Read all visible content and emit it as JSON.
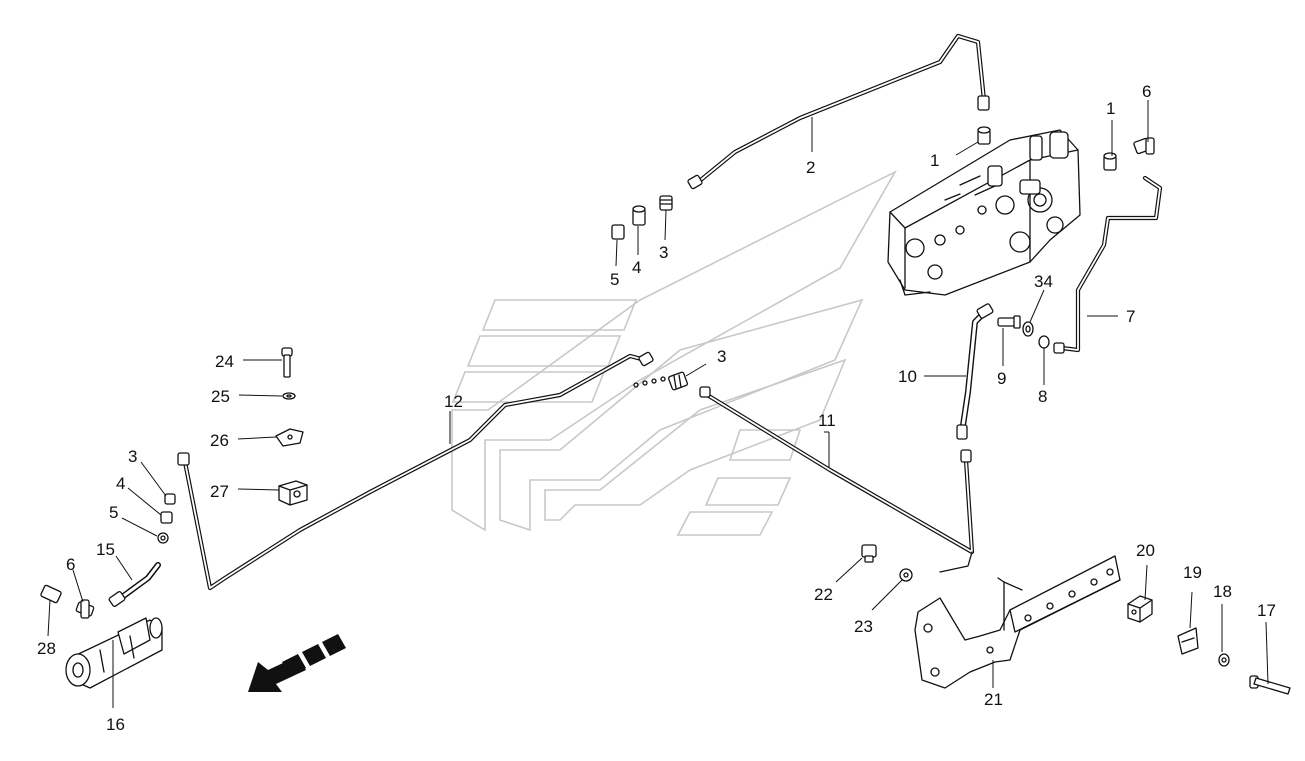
{
  "diagram": {
    "background": "#ffffff",
    "line_color": "#111111",
    "watermark_color": "#c8c8c8",
    "callouts": {
      "c1a": "1",
      "c1b": "1",
      "c2": "2",
      "c3a": "3",
      "c3b": "3",
      "c3c": "3",
      "c4a": "4",
      "c4b": "4",
      "c5a": "5",
      "c5b": "5",
      "c6a": "6",
      "c6b": "6",
      "c7": "7",
      "c8": "8",
      "c9": "9",
      "c10": "10",
      "c11": "11",
      "c12": "12",
      "c15": "15",
      "c16": "16",
      "c17": "17",
      "c18": "18",
      "c19": "19",
      "c20": "20",
      "c21": "21",
      "c22": "22",
      "c23": "23",
      "c24": "24",
      "c25": "25",
      "c26": "26",
      "c27": "27",
      "c28": "28",
      "c34": "34"
    },
    "icons": {
      "direction": "direction-arrow-icon",
      "watermark": "brand-watermark-icon"
    }
  }
}
